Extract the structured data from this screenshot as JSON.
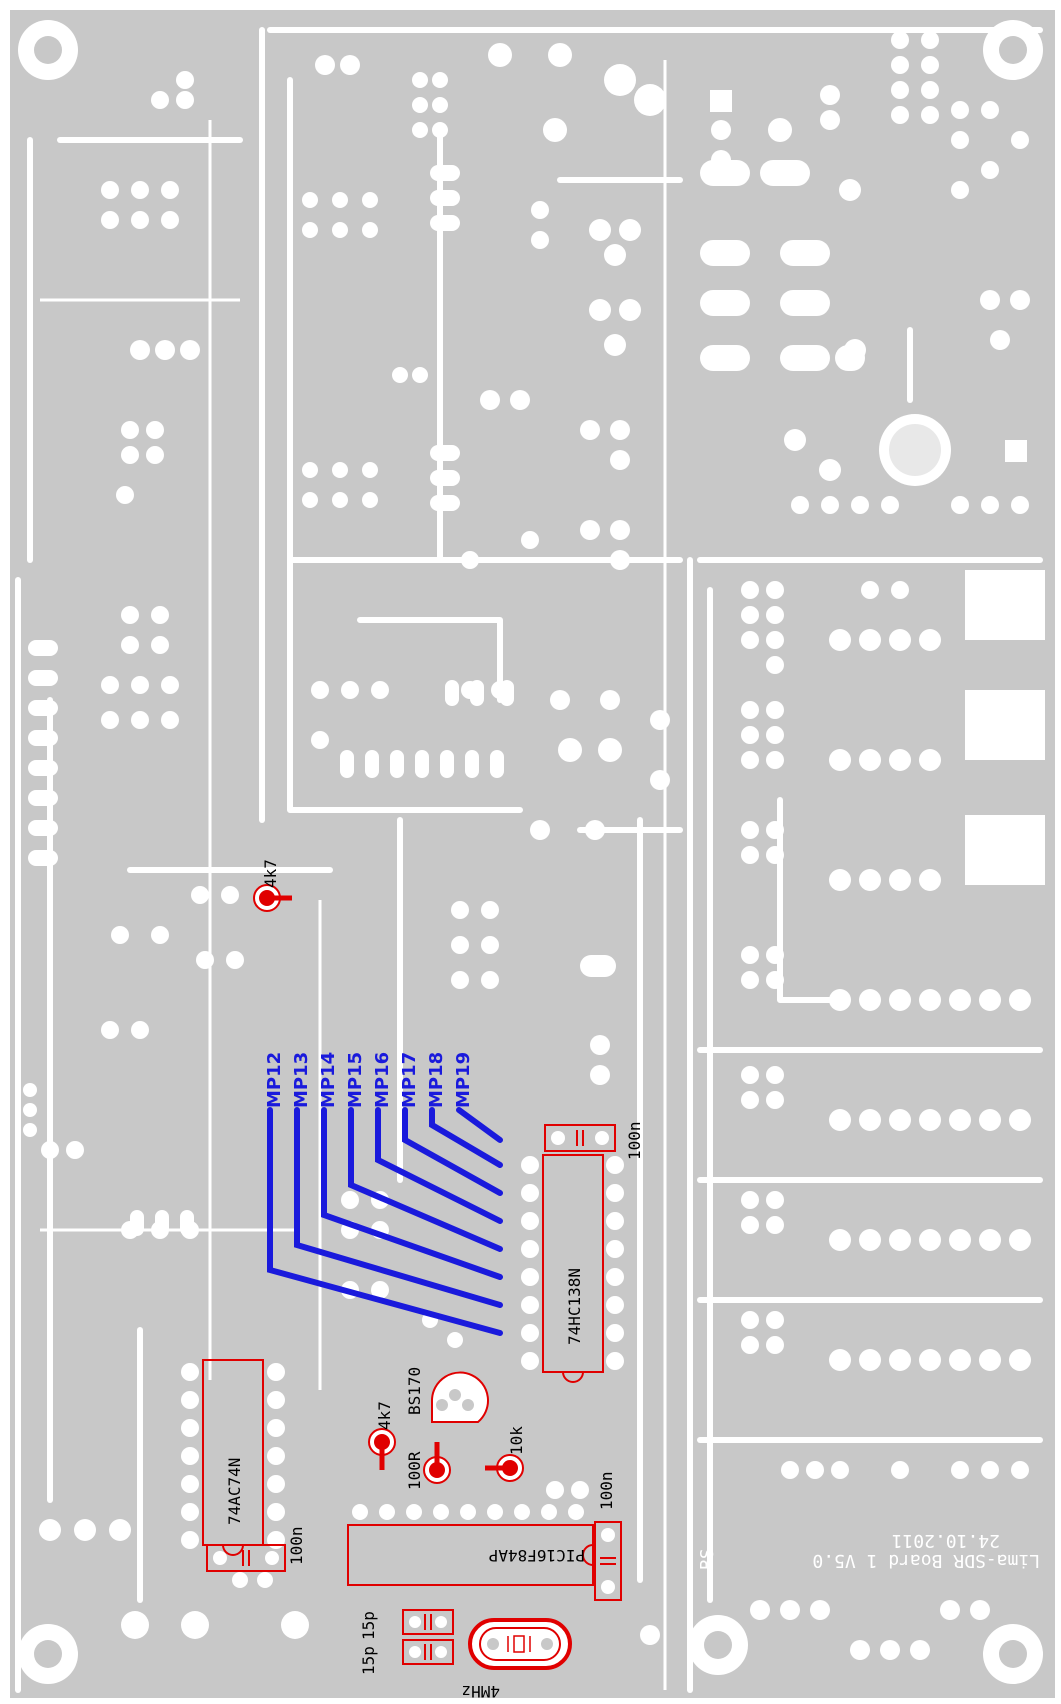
{
  "board": {
    "colors": {
      "copper": "#c8c8c8",
      "isolation": "#ffffff",
      "silkscreen": "#e00000",
      "wiring": "#1a1adc",
      "text": "#000000"
    },
    "title_line1": "Lima-SDR Board 1 V5.0",
    "title_line2": "24.10.2011",
    "corner_label": "BS"
  },
  "components": {
    "r_4k7_top": "4k7",
    "r_4k7_bottom": "4k7",
    "r_100R": "100R",
    "r_10k": "10k",
    "transistor": "BS170",
    "ic_decoder": "74HC138N",
    "ic_flipflop": "74AC74N",
    "ic_mcu": "PIC16F84AP",
    "cap_decoder": "100n",
    "cap_flipflop": "100n",
    "cap_mcu": "100n",
    "cap_15p_a": "15p",
    "cap_15p_b": "15p",
    "crystal": "4MHz"
  },
  "measure_points": [
    "MP12",
    "MP13",
    "MP14",
    "MP15",
    "MP16",
    "MP17",
    "MP18",
    "MP19"
  ]
}
